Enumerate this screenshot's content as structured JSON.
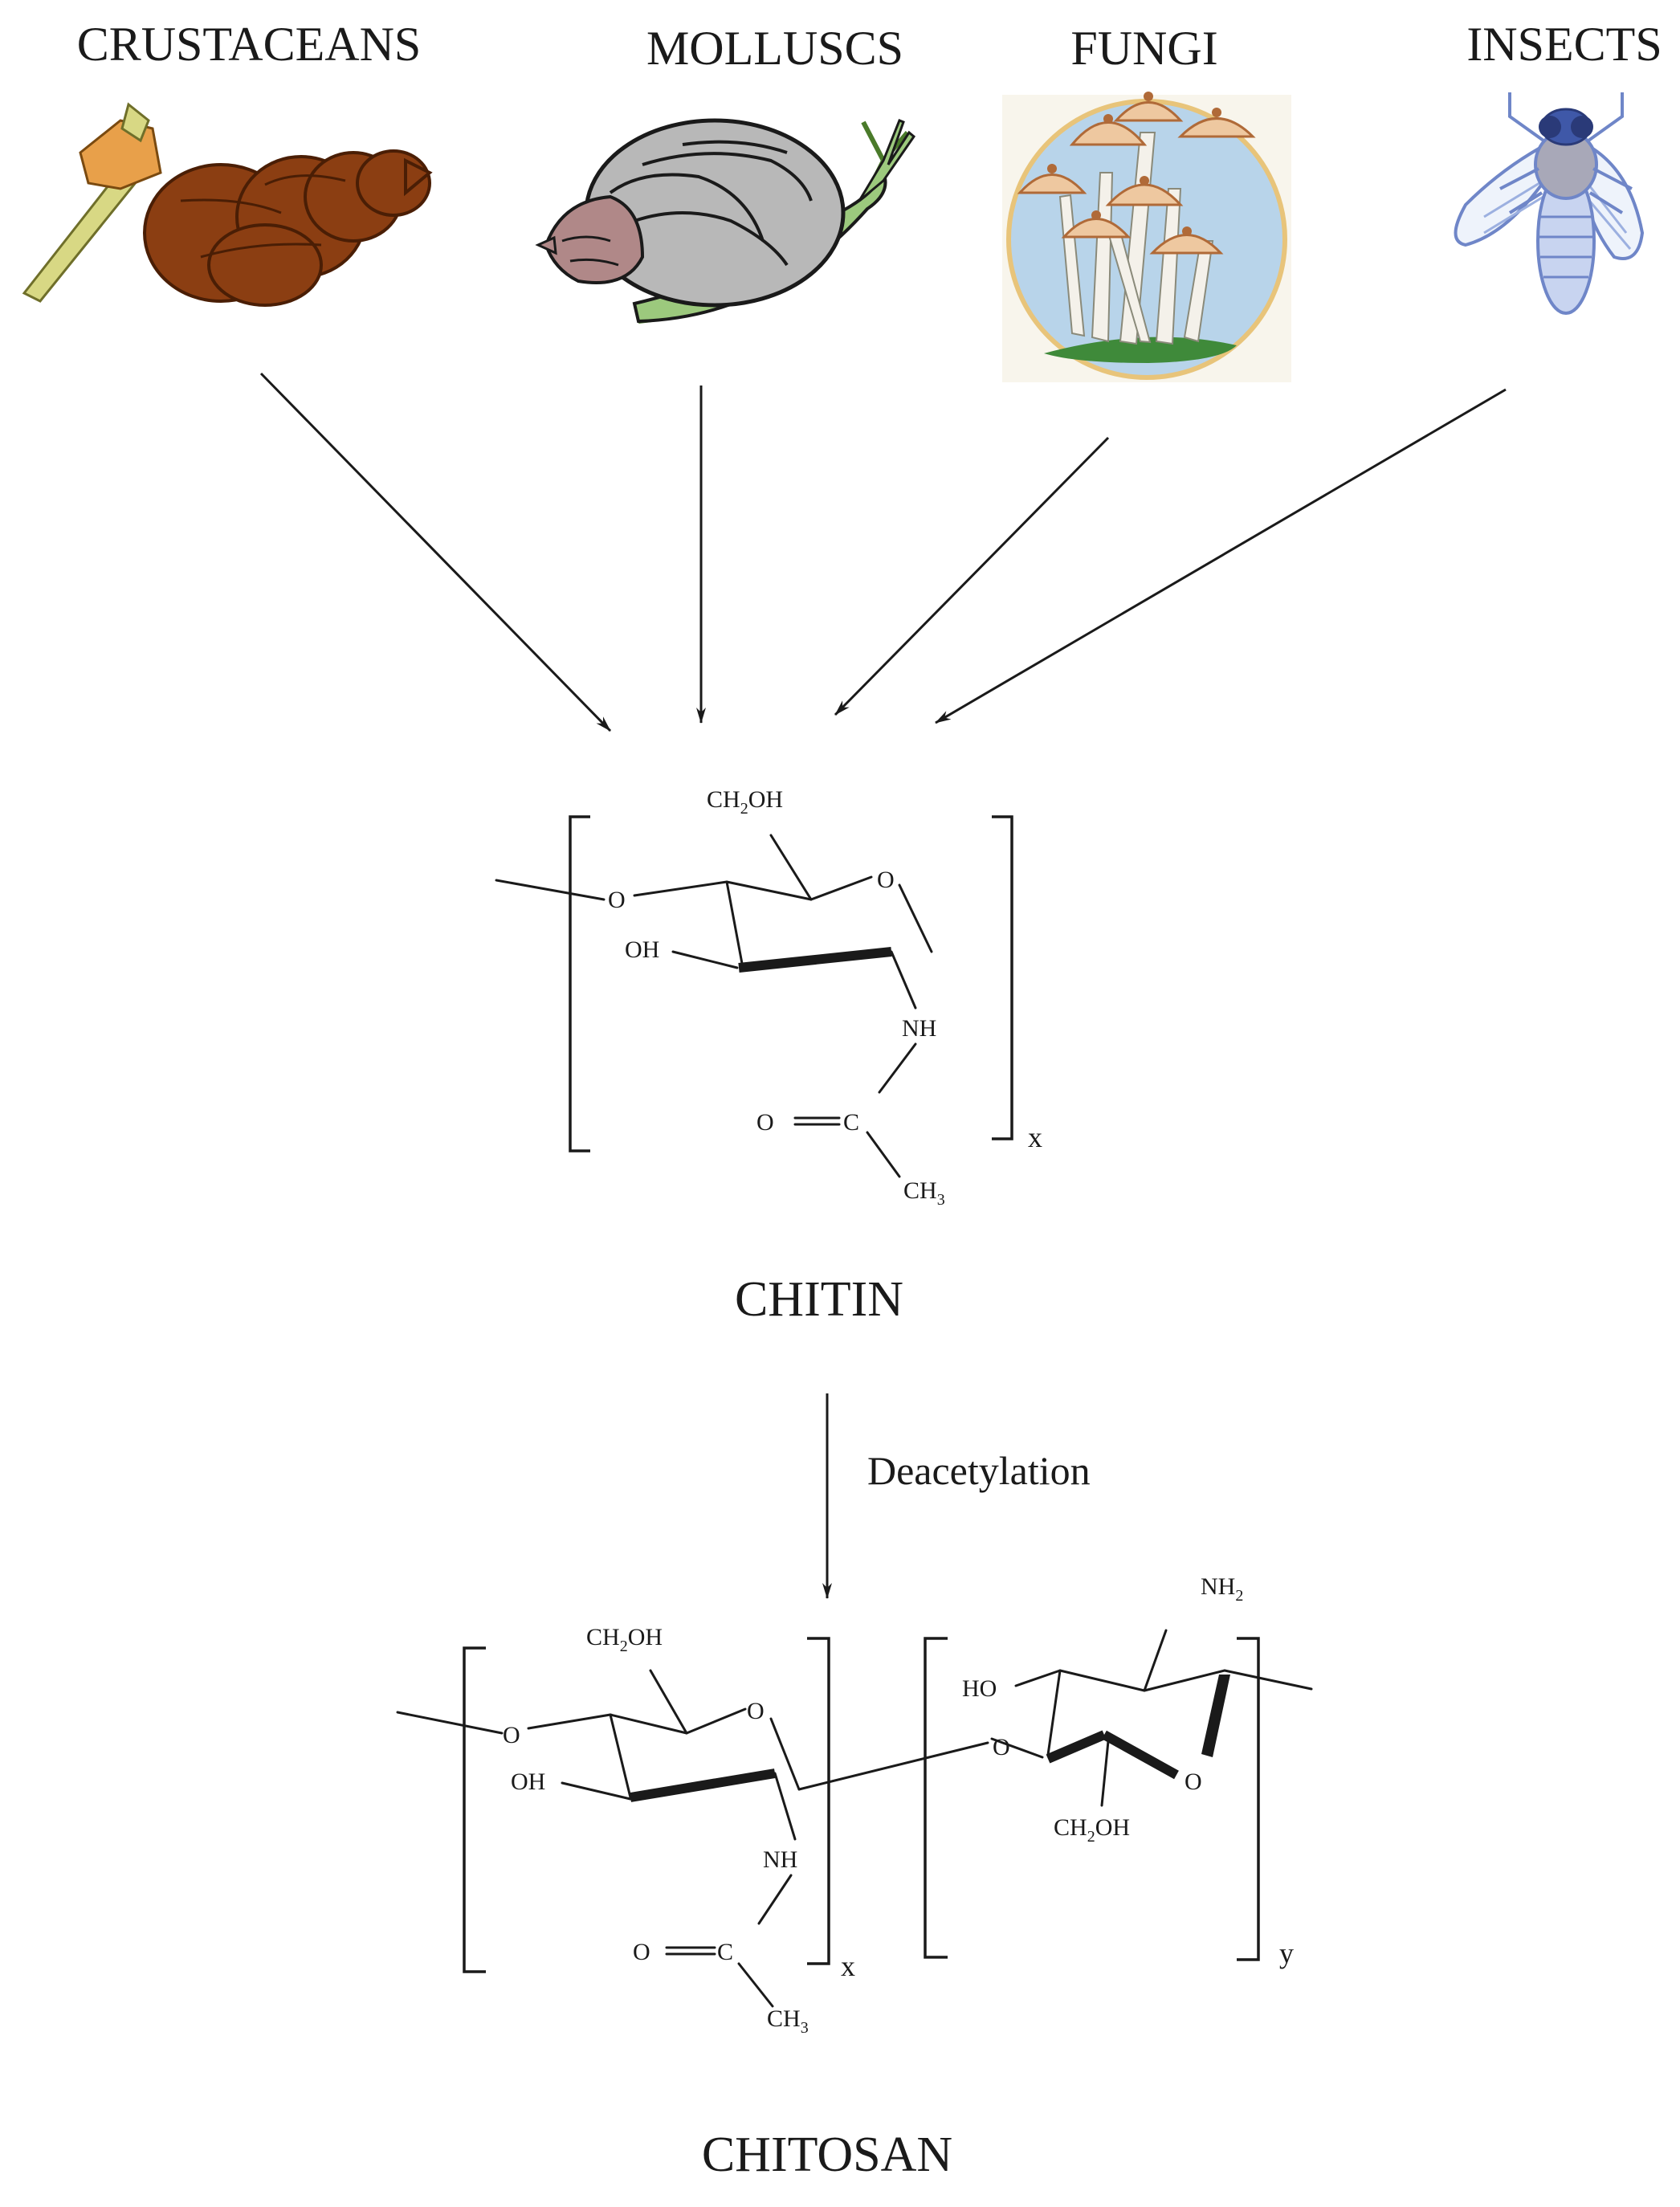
{
  "sources": [
    {
      "label": "CRUSTACEANS",
      "icon": "crustacean-shell-icon"
    },
    {
      "label": "MOLLUSCS",
      "icon": "snail-icon"
    },
    {
      "label": "FUNGI",
      "icon": "mushrooms-icon"
    },
    {
      "label": "INSECTS",
      "icon": "fly-icon"
    }
  ],
  "chitin": {
    "name": "CHITIN",
    "repeat_index": "x",
    "atoms": {
      "ch2oh": "CH",
      "ch2oh_sub": "2",
      "ch2oh_tail": "OH",
      "ring_o": "O",
      "link_o": "O",
      "oh": "OH",
      "nh": "NH",
      "carbonyl_o": "O",
      "c": "C",
      "ch3": "CH",
      "ch3_sub": "3"
    }
  },
  "process": {
    "step_label": "Deacetylation"
  },
  "chitosan": {
    "name": "CHITOSAN",
    "x_index": "x",
    "y_index": "y",
    "left_unit": {
      "ch2oh": "CH",
      "ch2oh_sub": "2",
      "ch2oh_tail": "OH",
      "ring_o": "O",
      "link_o": "O",
      "oh": "OH",
      "nh": "NH",
      "carbonyl_o": "O",
      "c": "C",
      "ch3": "CH",
      "ch3_sub": "3"
    },
    "right_unit": {
      "nh2": "NH",
      "nh2_sub": "2",
      "ho": "HO",
      "bridge_o": "O",
      "ring_o": "O",
      "ch2oh": "CH",
      "ch2oh_sub": "2",
      "ch2oh_tail": "OH"
    }
  },
  "colors": {
    "crustacean_shell": "#8b3e12",
    "crustacean_crab": "#e8a04a",
    "snail_shell": "#b8b8b8",
    "snail_body": "#9cc97d",
    "fungi_background": "#b8d4ea",
    "fungi_cap": "#eec8a0",
    "insect_body": "#6f86c8"
  }
}
